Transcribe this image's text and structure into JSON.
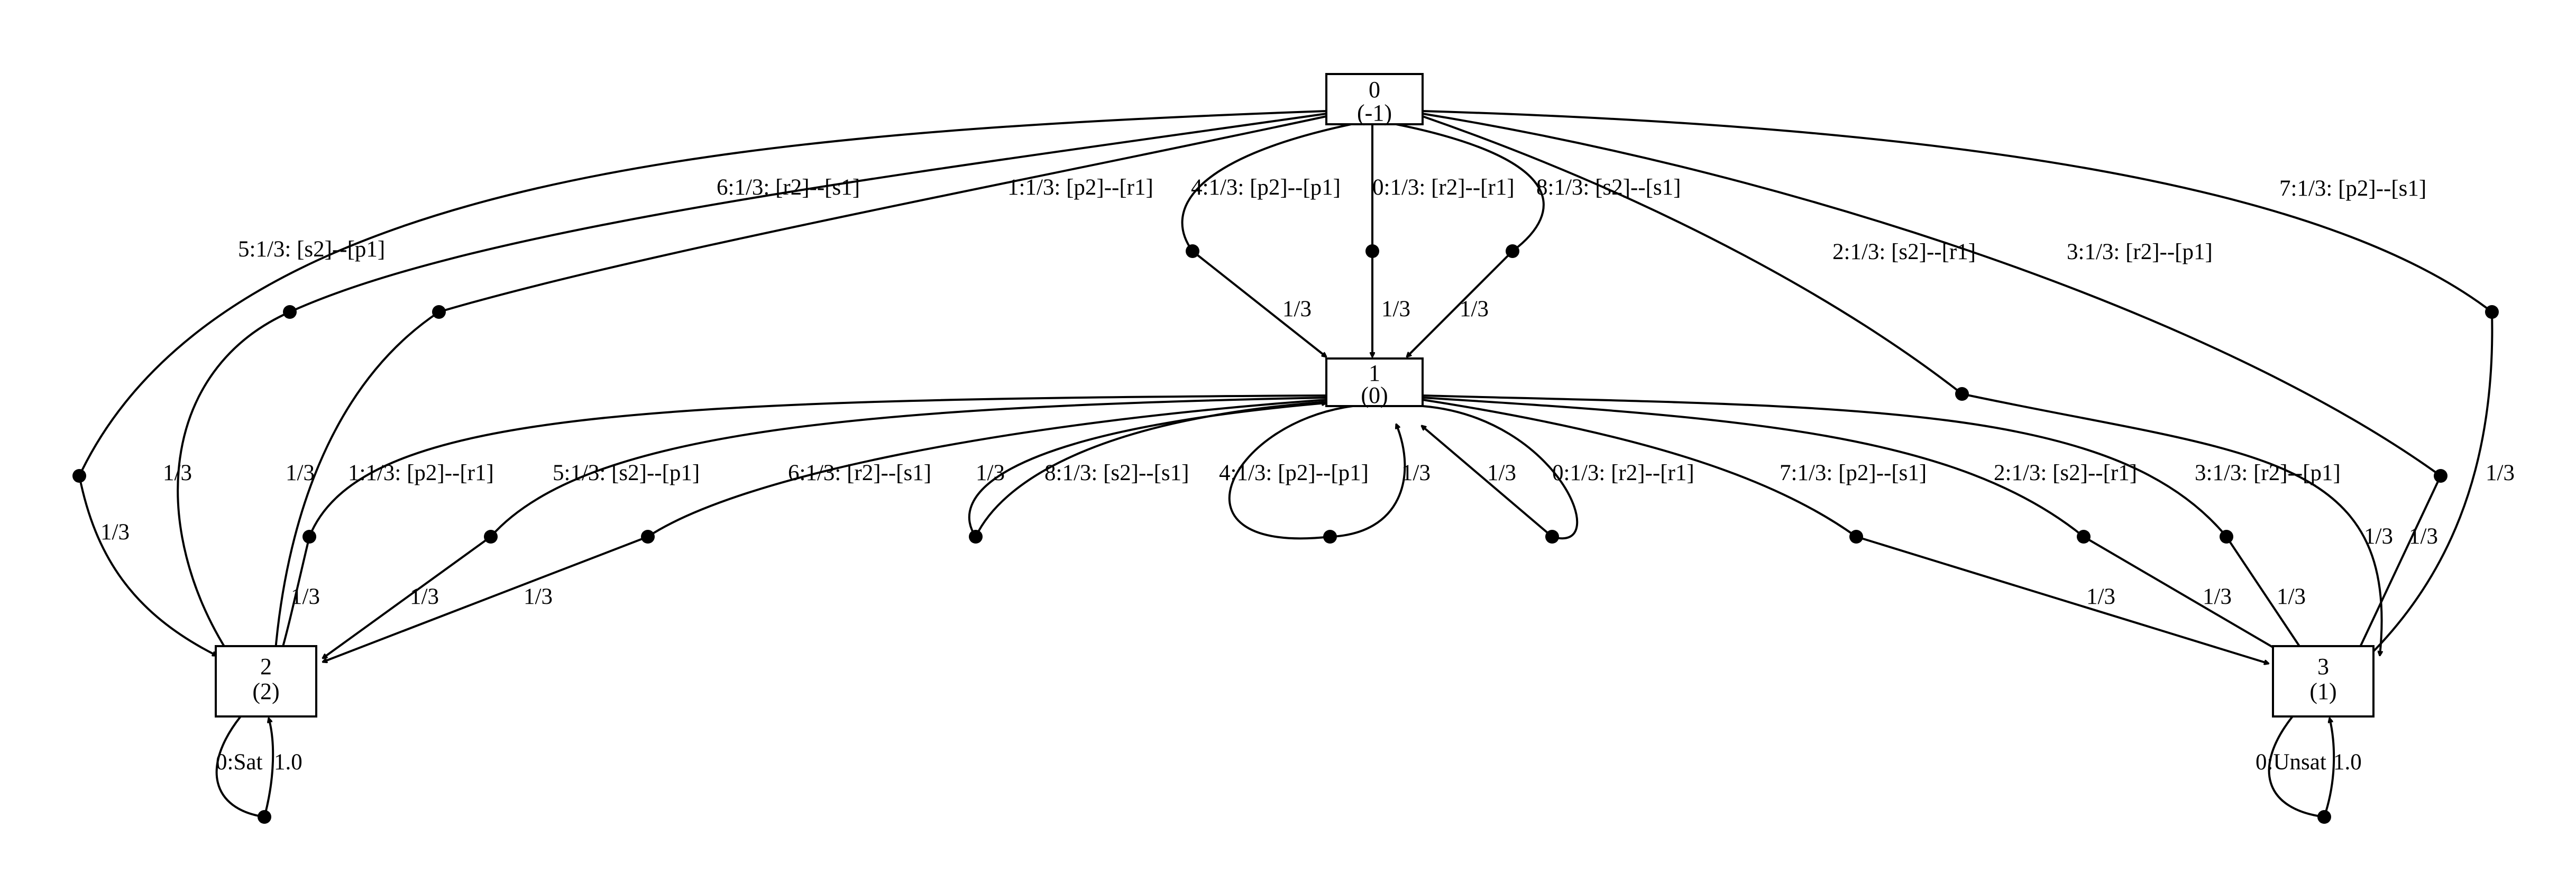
{
  "nodes": [
    {
      "id": "n0",
      "line1": "0",
      "line2": "(-1)"
    },
    {
      "id": "n1",
      "line1": "1",
      "line2": "(0)"
    },
    {
      "id": "n2",
      "line1": "2",
      "line2": "(2)"
    },
    {
      "id": "n3",
      "line1": "3",
      "line2": "(1)"
    }
  ],
  "edges": [
    {
      "action": "5:1/3: [s2]--[p1]",
      "prob": "1/3"
    },
    {
      "action": "6:1/3: [r2]--[s1]",
      "prob": "1/3"
    },
    {
      "action": "1:1/3: [p2]--[r1]",
      "prob": "1/3"
    },
    {
      "action": "4:1/3: [p2]--[p1]",
      "prob": "1/3"
    },
    {
      "action": "0:1/3: [r2]--[r1]",
      "prob": "1/3"
    },
    {
      "action": "8:1/3: [s2]--[s1]",
      "prob": "1/3"
    },
    {
      "action": "2:1/3: [s2]--[r1]",
      "prob": "1/3"
    },
    {
      "action": "3:1/3: [r2]--[p1]",
      "prob": "1/3"
    },
    {
      "action": "7:1/3: [p2]--[s1]",
      "prob": "1/3"
    },
    {
      "action": "1:1/3: [p2]--[r1]",
      "prob": "1/3"
    },
    {
      "action": "5:1/3: [s2]--[p1]",
      "prob": "1/3"
    },
    {
      "action": "6:1/3: [r2]--[s1]",
      "prob": "1/3"
    },
    {
      "action": "8:1/3: [s2]--[s1]",
      "prob": "1/3"
    },
    {
      "action": "4:1/3: [p2]--[p1]",
      "prob": "1/3"
    },
    {
      "action": "0:1/3: [r2]--[r1]",
      "prob": "1/3"
    },
    {
      "action": "7:1/3: [p2]--[s1]",
      "prob": "1/3"
    },
    {
      "action": "2:1/3: [s2]--[r1]",
      "prob": "1/3"
    },
    {
      "action": "3:1/3: [r2]--[p1]",
      "prob": "1/3"
    },
    {
      "action": "0:Sat",
      "prob": "1.0"
    },
    {
      "action": "0:Unsat",
      "prob": "1.0"
    }
  ]
}
